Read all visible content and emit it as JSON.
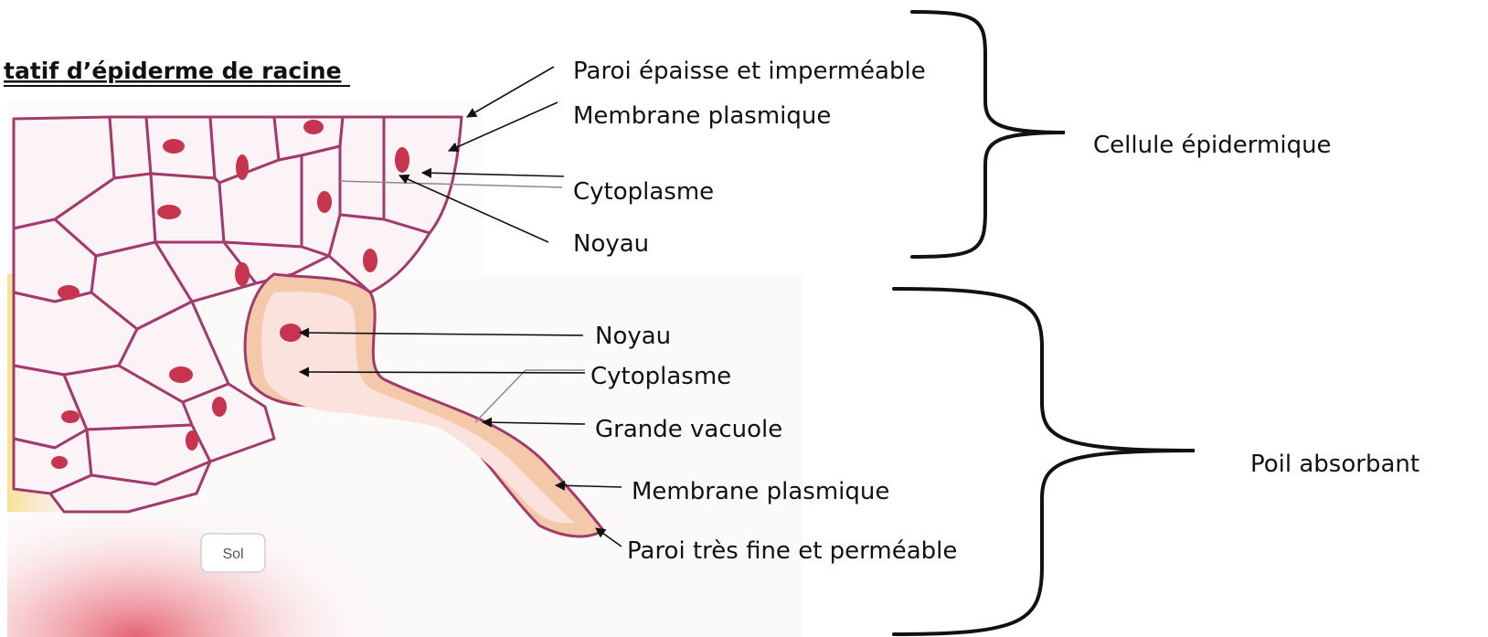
{
  "title": "tatif d’épiderme de racine",
  "soil_label": "Sol",
  "labels": {
    "paroi_epaisse": "Paroi épaisse et imperméable",
    "membrane_plasmique_1": "Membrane plasmique",
    "cytoplasme_1": "Cytoplasme",
    "noyau_1": "Noyau",
    "noyau_2": "Noyau",
    "cytoplasme_2": "Cytoplasme",
    "grande_vacuole": "Grande vacuole",
    "membrane_plasmique_2": "Membrane plasmique",
    "paroi_fine": "Paroi très fine et perméable"
  },
  "groups": {
    "cellule_epidermique": "Cellule épidermique",
    "poil_absorbant": "Poil absorbant"
  },
  "colors": {
    "cell_wall": "#a23a6c",
    "cell_fill": "#fbf3f6",
    "nucleus": "#c7344f",
    "hair_fill": "#f3c9aa",
    "soil_glow": "#e7636f",
    "line": "#111111"
  }
}
